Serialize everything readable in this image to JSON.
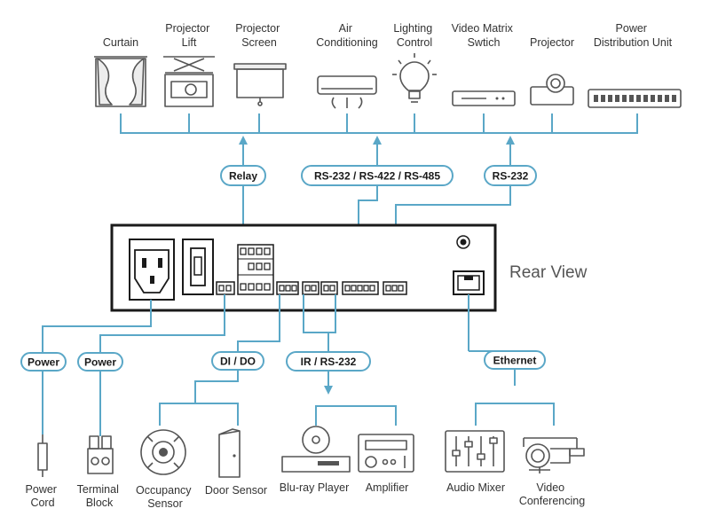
{
  "rear_view_label": "Rear View",
  "top_devices": {
    "curtain": [
      "Curtain"
    ],
    "projector_lift": [
      "Projector",
      "Lift"
    ],
    "projector_screen": [
      "Projector",
      "Screen"
    ],
    "air_conditioning": [
      "Air",
      "Conditioning"
    ],
    "lighting_control": [
      "Lighting",
      "Control"
    ],
    "video_matrix_switch": [
      "Video Matrix",
      "Swtich"
    ],
    "projector": [
      "Projector"
    ],
    "power_distribution_unit": [
      "Power",
      "Distribution Unit"
    ]
  },
  "bottom_devices": {
    "power_cord": [
      "Power",
      "Cord"
    ],
    "terminal_block": [
      "Terminal",
      "Block"
    ],
    "occupancy_sensor": [
      "Occupancy",
      "Sensor"
    ],
    "door_sensor": [
      "Door Sensor"
    ],
    "bluray_player": [
      "Blu-ray Player"
    ],
    "amplifier": [
      "Amplifier"
    ],
    "audio_mixer": [
      "Audio Mixer"
    ],
    "video_conferencing": [
      "Video",
      "Conferencing"
    ]
  },
  "connections": {
    "relay": "Relay",
    "rs232_422_485": "RS-232 / RS-422 / RS-485",
    "rs232": "RS-232",
    "power_1": "Power",
    "power_2": "Power",
    "di_do": "DI / DO",
    "ir_rs232": "IR / RS-232",
    "ethernet": "Ethernet"
  },
  "colors": {
    "wire": "#5aa7c7",
    "icon": "#555555",
    "panel": "#1a1a1a"
  }
}
